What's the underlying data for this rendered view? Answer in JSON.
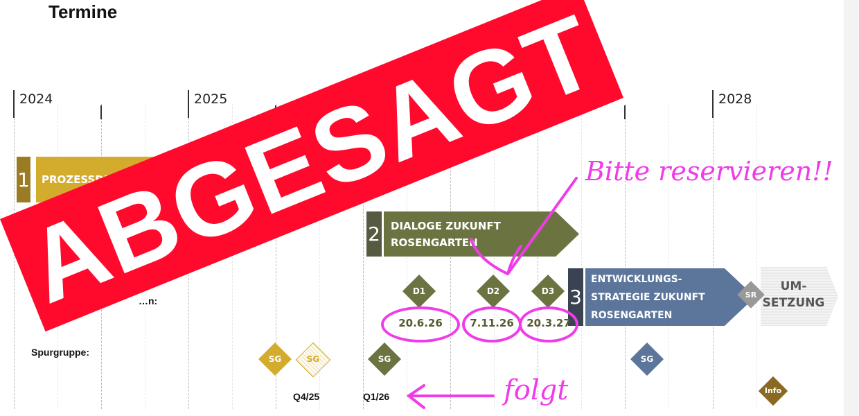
{
  "title": "Termine",
  "years": [
    "2024",
    "2025",
    "2028"
  ],
  "phases": [
    {
      "num": "1",
      "label": "PROZESSDESIGN"
    },
    {
      "num": "2",
      "label_line1": "DIALOGE ZUKUNFT",
      "label_line2": "ROSENGARTEN"
    },
    {
      "num": "3",
      "label_line1": "ENTWICKLUNGS-",
      "label_line2": "STRATEGIE ZUKUNFT",
      "label_line3": "ROSENGARTEN"
    },
    {
      "label_line1": "UM-",
      "label_line2": "SETZUNG"
    }
  ],
  "milestones": {
    "d1": "D1",
    "d2": "D2",
    "d3": "D3",
    "sr": "SR",
    "info": "Info",
    "sg": "SG"
  },
  "dates": [
    "20.6.26",
    "7.11.26",
    "20.3.27"
  ],
  "row_labels": {
    "spurgruppe": "Spurgruppe:",
    "dialog_partial": "…n:"
  },
  "quarters": [
    "Q4/25",
    "Q1/26"
  ],
  "annotations": {
    "reserve": "Bitte reservieren!!",
    "follows": "folgt"
  },
  "stamp": "ABGESAGT",
  "colors": {
    "gold": "#d3ac2e",
    "olive": "#6b7340",
    "blue": "#5b759b",
    "stamp": "#ff0a2c",
    "marker": "#f03ce8"
  }
}
